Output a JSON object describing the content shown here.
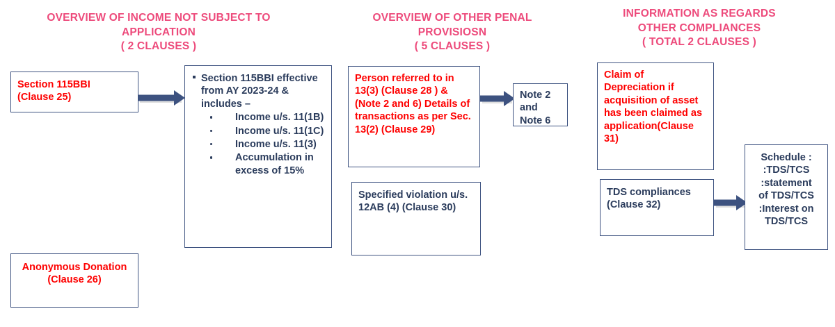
{
  "headings": [
    {
      "id": "heading-income-not-subject-to-application",
      "line1": "OVERVIEW OF INCOME NOT SUBJECT TO",
      "line2": "APPLICATION",
      "line3": "( 2 CLAUSES )"
    },
    {
      "id": "heading-other-penal-provisions",
      "line1": "OVERVIEW OF OTHER PENAL",
      "line2": "PROVISIOSN",
      "line3": "( 5 CLAUSES )"
    },
    {
      "id": "heading-information-other-compliances",
      "line1": "INFORMATION AS REGARDS",
      "line2": "OTHER COMPLIANCES",
      "line3": "( TOTAL 2 CLAUSES )"
    }
  ],
  "boxes": {
    "section_115bbi": {
      "line1": "Section 115BBI",
      "line2": "(Clause 25)"
    },
    "section_115bbi_details": {
      "main": "Section 115BBI effective from AY 2023-24 & includes –",
      "sub_items": [
        "Income u/s. 11(1B)",
        "Income u/s. 11(1C)",
        "Income u/s. 11(3)",
        "Accumulation in excess of 15%"
      ]
    },
    "anonymous_donation": {
      "text": "Anonymous Donation (Clause 26)"
    },
    "person_referred": {
      "text": "Person referred to in 13(3) (Clause 28 ) &  (Note 2 and 6) Details of transactions as per Sec. 13(2) (Clause 29)"
    },
    "note_2_and_6": {
      "text": "Note 2 and Note 6"
    },
    "specified_violation": {
      "text": "Specified violation u/s. 12AB (4) (Clause 30)"
    },
    "claim_of_depreciation": {
      "text": "Claim of Depreciation if acquisition of asset has been claimed as application(Clause 31)"
    },
    "tds_compliances": {
      "text": "TDS compliances (Clause 32)"
    },
    "schedule_tds_tcs": {
      "line1": "Schedule :",
      "line2": ":TDS/TCS",
      "line3": ":statement",
      "line4": "of TDS/TCS",
      "line5": ":Interest on",
      "line6": "TDS/TCS"
    }
  },
  "colors": {
    "heading_pink": "#ED4A7B",
    "box_border_navy": "#3D5280",
    "text_red": "#FE0000",
    "text_navy": "#2B3C5C",
    "arrow_navy": "#3D5280",
    "background": "#FFFFFF"
  }
}
